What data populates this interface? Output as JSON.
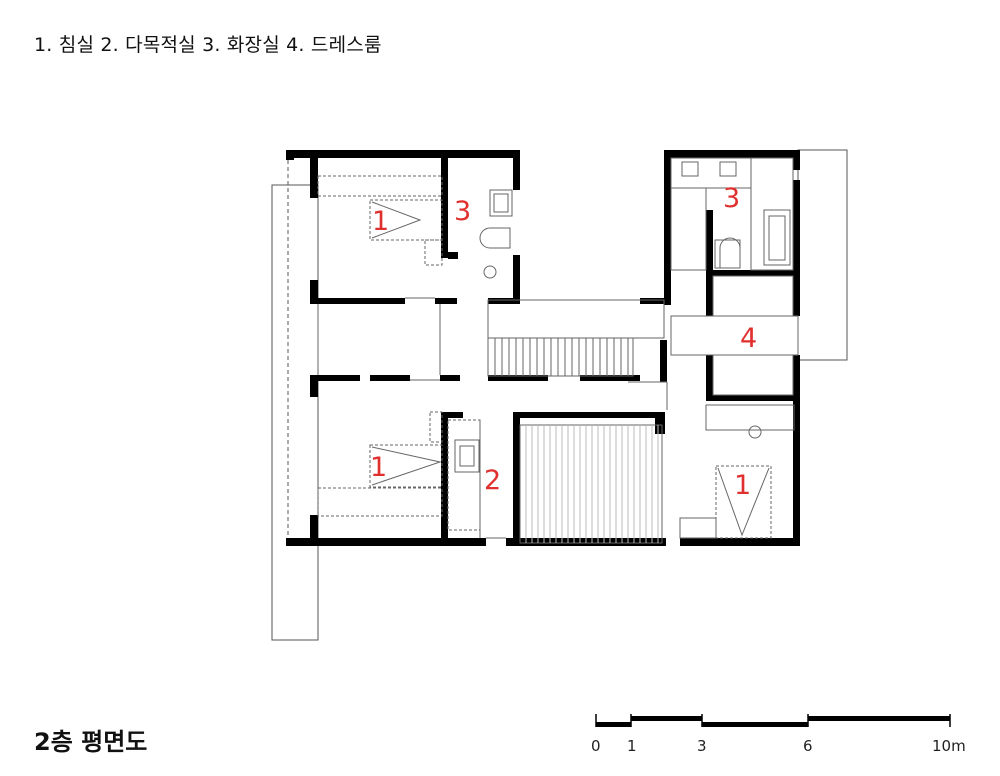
{
  "legend": "1. 침실  2. 다목적실  3. 화장실  4. 드레스룸",
  "title": "2층 평면도",
  "room_labels": [
    "1",
    "3",
    "1",
    "2",
    "3",
    "4",
    "1"
  ],
  "scale": {
    "ticks": [
      "0",
      "1",
      "3",
      "6",
      "10m"
    ]
  },
  "colors": {
    "wall": "#000000",
    "room_number": "#e0302e",
    "line": "#555555"
  }
}
